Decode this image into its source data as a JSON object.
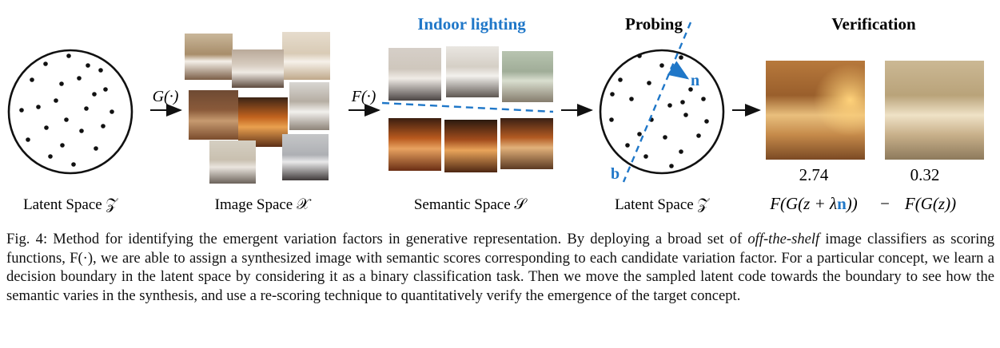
{
  "figure": {
    "labels": {
      "latent_space_left": "Latent Space 𝒵",
      "image_space": "Image Space 𝒳",
      "semantic_space": "Semantic Space 𝒮",
      "latent_space_right": "Latent Space 𝒵"
    },
    "arrows": {
      "generator": "G(·)",
      "scorer": "F(·)"
    },
    "headers": {
      "indoor_lighting": "Indoor lighting",
      "probing": "Probing",
      "verification": "Verification"
    },
    "probing": {
      "normal_label": "n",
      "boundary_label": "b"
    },
    "verification": {
      "score_left": "2.74",
      "score_right": "0.32",
      "formula_left_prefix": "F(G(z + λ",
      "formula_left_n": "n",
      "formula_left_suffix": "))",
      "formula_minus": "−",
      "formula_right": "F(G(z))"
    },
    "colors": {
      "accent_blue": "#1f77c8",
      "ink": "#111111"
    }
  },
  "caption": {
    "prefix": "Fig. 4: Method for identifying the emergent variation factors in generative representation. By deploying a broad set of ",
    "emphasis": "off-the-shelf",
    "suffix": " image classifiers as scoring functions, F(·), we are able to assign a synthesized image with semantic scores corresponding to each candidate variation factor. For a particular concept, we learn a decision boundary in the latent space by considering it as a binary classification task. Then we move the sampled latent code towards the boundary to see how the semantic varies in the synthesis, and use a re-scoring technique to quantitatively verify the emergence of the target concept."
  }
}
